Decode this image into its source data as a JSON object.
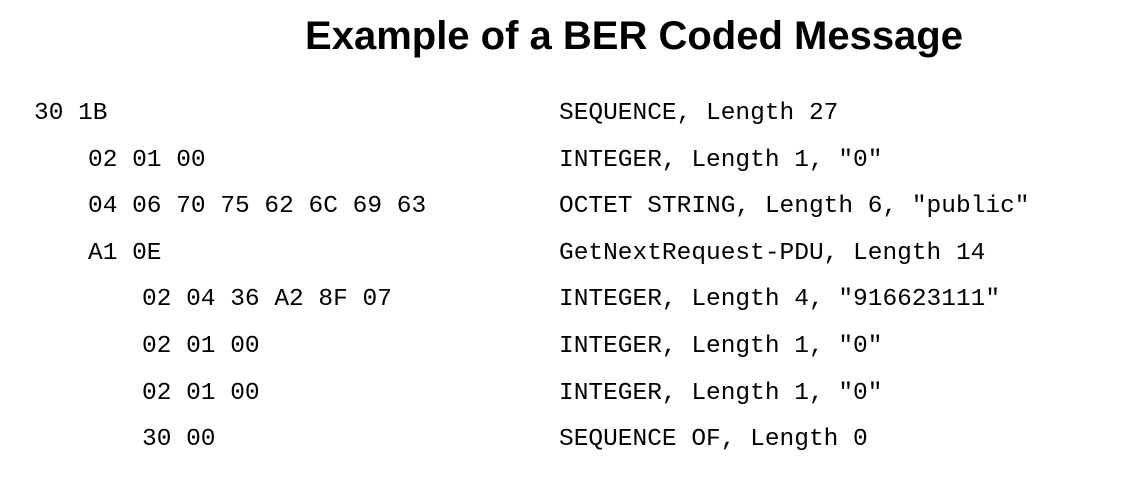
{
  "title": "Example of a BER Coded Message",
  "rows": [
    {
      "hex": "30 1B",
      "level": 0,
      "description": "SEQUENCE, Length 27"
    },
    {
      "hex": "02 01 00",
      "level": 1,
      "description": "INTEGER, Length 1, \"0\""
    },
    {
      "hex": "04 06 70 75 62 6C 69 63",
      "level": 1,
      "description": "OCTET STRING, Length 6, \"public\""
    },
    {
      "hex": "A1 0E",
      "level": 1,
      "description": "GetNextRequest-PDU, Length 14"
    },
    {
      "hex": "02 04 36 A2 8F 07",
      "level": 2,
      "description": "INTEGER, Length 4, \"916623111\""
    },
    {
      "hex": "02 01 00",
      "level": 2,
      "description": "INTEGER, Length 1, \"0\""
    },
    {
      "hex": "02 01 00",
      "level": 2,
      "description": "INTEGER, Length 1, \"0\""
    },
    {
      "hex": "30 00",
      "level": 2,
      "description": "SEQUENCE OF, Length 0"
    }
  ]
}
